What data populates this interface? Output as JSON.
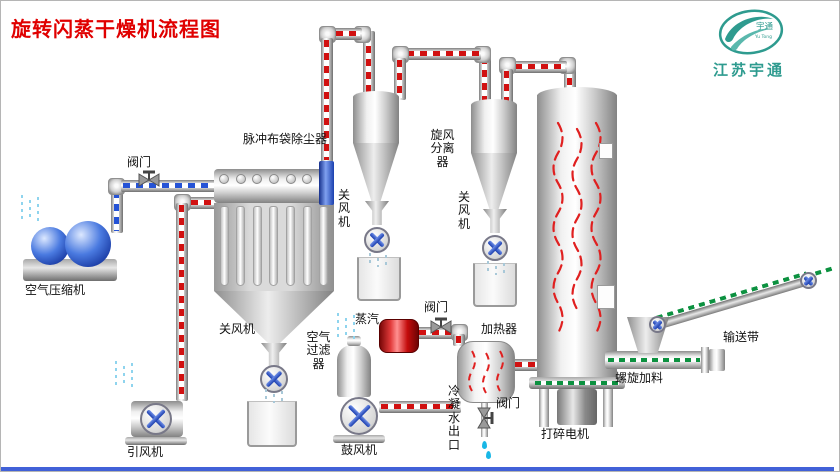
{
  "title": "旋转闪蒸干燥机流程图",
  "logo": {
    "company": "江苏宇通",
    "mark_text": "宇通",
    "mark_sub": "Yu Tong"
  },
  "labels": {
    "bag_filter": "脉冲布袋除尘器",
    "valve_air": "阀门",
    "air_compressor": "空气压缩机",
    "induced_fan": "引风机",
    "rotary_valve_bag": "关风机",
    "air_filter": "空气过滤器",
    "blower": "鼓风机",
    "steam": "蒸汽",
    "valve_steam": "阀门",
    "heater": "加热器",
    "condensate_outlet": "冷凝水出口",
    "valve_condensate": "阀门",
    "cyclone_separator": "旋风分离器",
    "rotary_valve_cyclone1": "关风机",
    "rotary_valve_cyclone2": "关风机",
    "crusher_motor": "打碎电机",
    "screw_feeder": "螺旋加料",
    "conveyor_belt": "输送带"
  },
  "colors": {
    "title": "#e00000",
    "company": "#2e9b8f",
    "hot_flow": "#d11111",
    "cold_flow": "#2553d6",
    "product_flow": "#0c9140",
    "water": "#19b7e6"
  }
}
